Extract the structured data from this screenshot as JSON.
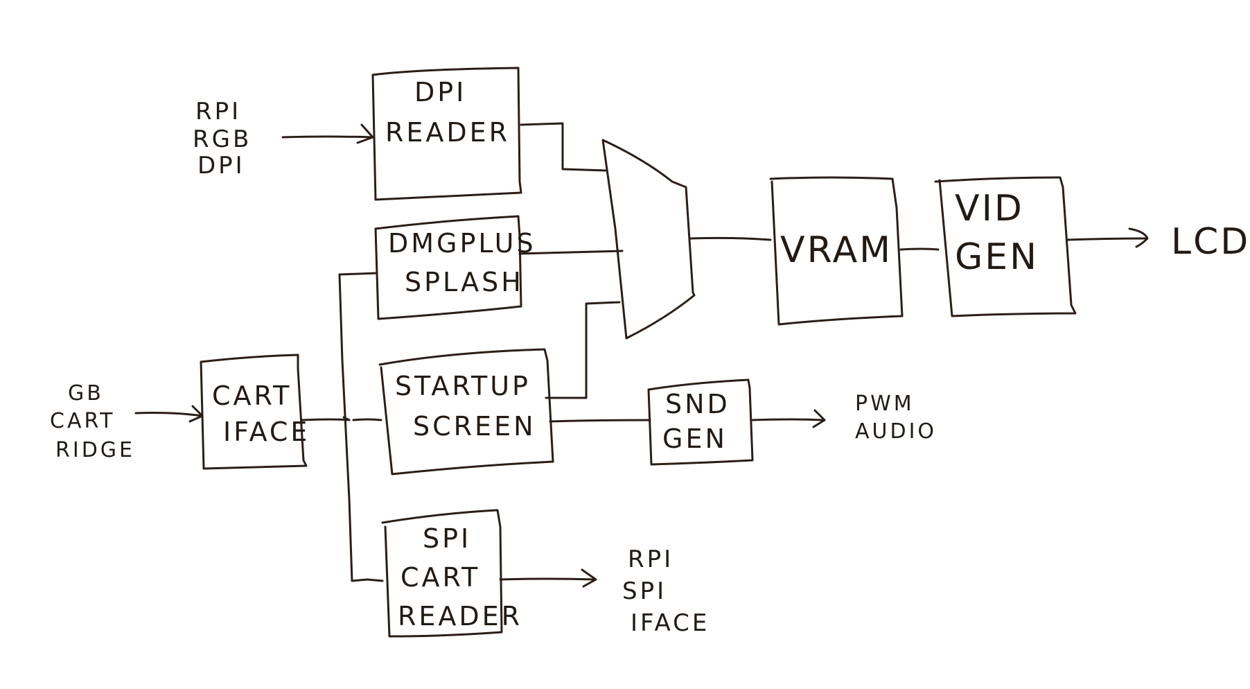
{
  "diagram": {
    "type": "block-diagram",
    "style": "hand-drawn",
    "ink_color": "#2a1e17",
    "background": "#ffffff",
    "blocks": [
      {
        "id": "dpi_reader",
        "lines": [
          "DPI",
          "READER"
        ]
      },
      {
        "id": "dmgplus_splash",
        "lines": [
          "DMGPLUS",
          "SPLASH"
        ]
      },
      {
        "id": "startup_screen",
        "lines": [
          "STARTUP",
          "SCREEN"
        ]
      },
      {
        "id": "cart_iface",
        "lines": [
          "CART",
          "IFACE"
        ]
      },
      {
        "id": "spi_cart_reader",
        "lines": [
          "SPI",
          "CART",
          "READER"
        ]
      },
      {
        "id": "mux",
        "lines": []
      },
      {
        "id": "vram",
        "lines": [
          "VRAM"
        ]
      },
      {
        "id": "vid_gen",
        "lines": [
          "VID",
          "GEN"
        ]
      },
      {
        "id": "snd_gen",
        "lines": [
          "SND",
          "GEN"
        ]
      }
    ],
    "external": [
      {
        "id": "rpi_rgb_dpi",
        "lines": [
          "RPI",
          "RGB",
          "DPI"
        ]
      },
      {
        "id": "gb_cartridge",
        "lines": [
          "GB",
          "CART",
          "RIDGE"
        ]
      },
      {
        "id": "lcd",
        "lines": [
          "LCD"
        ]
      },
      {
        "id": "pwm_audio",
        "lines": [
          "PWM",
          "AUDIO"
        ]
      },
      {
        "id": "rpi_spi_iface",
        "lines": [
          "RPI",
          "SPI",
          "IFACE"
        ]
      }
    ],
    "connections": [
      {
        "from": "rpi_rgb_dpi",
        "to": "dpi_reader",
        "arrow": true
      },
      {
        "from": "dpi_reader",
        "to": "mux",
        "arrow": false
      },
      {
        "from": "dmgplus_splash",
        "to": "mux",
        "arrow": false
      },
      {
        "from": "startup_screen",
        "to": "mux",
        "arrow": false
      },
      {
        "from": "mux",
        "to": "vram",
        "arrow": false
      },
      {
        "from": "vram",
        "to": "vid_gen",
        "arrow": false
      },
      {
        "from": "vid_gen",
        "to": "lcd",
        "arrow": true
      },
      {
        "from": "gb_cartridge",
        "to": "cart_iface",
        "arrow": true
      },
      {
        "from": "cart_iface",
        "to": "bus",
        "arrow": true
      },
      {
        "from": "bus",
        "to": "dmgplus_splash",
        "arrow": false
      },
      {
        "from": "bus",
        "to": "startup_screen",
        "arrow": false
      },
      {
        "from": "bus",
        "to": "spi_cart_reader",
        "arrow": false
      },
      {
        "from": "startup_screen",
        "to": "snd_gen",
        "arrow": false
      },
      {
        "from": "snd_gen",
        "to": "pwm_audio",
        "arrow": true
      },
      {
        "from": "spi_cart_reader",
        "to": "rpi_spi_iface",
        "arrow": true
      }
    ]
  }
}
